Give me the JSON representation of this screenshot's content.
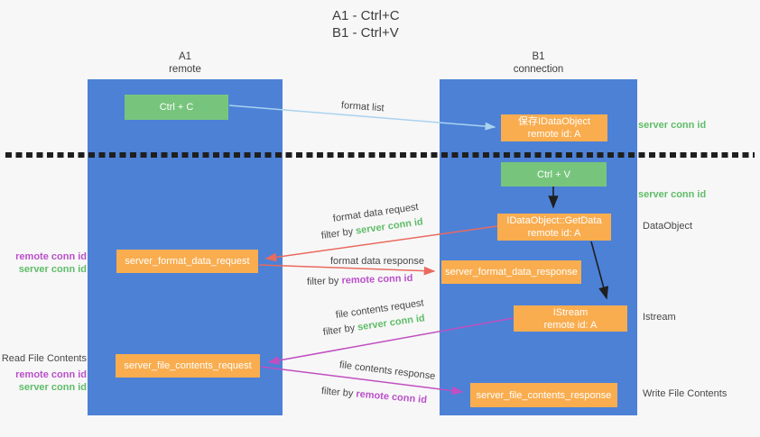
{
  "title": {
    "line1": "A1 - Ctrl+C",
    "line2": "B1 - Ctrl+V"
  },
  "columns": {
    "a": {
      "name": "A1",
      "subtitle": "remote"
    },
    "b": {
      "name": "B1",
      "subtitle": "connection"
    }
  },
  "nodes": {
    "ctrl_c": "Ctrl + C",
    "save_dataobject": {
      "line1": "保存IDataObject",
      "line2": "remote id: A"
    },
    "ctrl_v": "Ctrl + V",
    "getdata": {
      "line1": "IDataObject::GetData",
      "line2": "remote id: A"
    },
    "format_request": "server_format_data_request",
    "format_response": "server_format_data_response",
    "istream": {
      "line1": "IStream",
      "line2": "remote id: A"
    },
    "file_request": "server_file_contents_request",
    "file_response": "server_file_contents_response"
  },
  "arrow_labels": {
    "format_list": "format list",
    "format_data_request": "format data request",
    "format_data_response": "format data response",
    "file_contents_request": "file contents request",
    "file_contents_response": "file contents response"
  },
  "shared": {
    "filter_by": "filter by",
    "server_conn_id": "server conn id",
    "remote_conn_id": "remote conn id"
  },
  "side_labels": {
    "dataobject": "DataObject",
    "istream": "Istream",
    "read_file_contents": "Read File Contents",
    "write_file_contents": "Write File Contents"
  },
  "colors": {
    "column_blue": "#4c81d6",
    "box_green": "#77c57c",
    "box_orange": "#f9ad4f",
    "arrow_lightblue": "#a9d2ee",
    "arrow_red": "#e96a5f",
    "arrow_magenta": "#c14fc1",
    "arrow_black": "#1f1f1f",
    "text_green": "#5fbd68",
    "text_purple": "#b94fc9"
  }
}
